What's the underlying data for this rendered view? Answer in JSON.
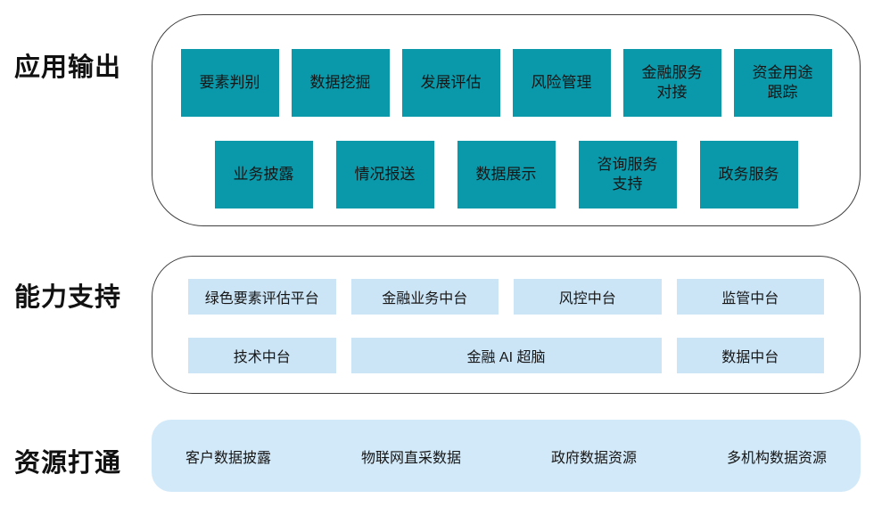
{
  "colors": {
    "teal": "#0A99AA",
    "light_blue": "#CBE4F6",
    "band_blue": "#D2E9F9"
  },
  "sections": {
    "app": {
      "label": "应用输出",
      "row1": [
        "要素判别",
        "数据挖掘",
        "发展评估",
        "风险管理",
        "金融服务\n对接",
        "资金用途\n跟踪"
      ],
      "row2": [
        "业务披露",
        "情况报送",
        "数据展示",
        "咨询服务\n支持",
        "政务服务"
      ]
    },
    "capability": {
      "label": "能力支持",
      "row1": [
        "绿色要素评估平台",
        "金融业务中台",
        "风控中台",
        "监管中台"
      ],
      "row2": [
        "技术中台",
        "金融 AI 超脑",
        "数据中台"
      ]
    },
    "resource": {
      "label": "资源打通",
      "items": [
        "客户数据披露",
        "物联网直采数据",
        "政府数据资源",
        "多机构数据资源"
      ]
    }
  }
}
